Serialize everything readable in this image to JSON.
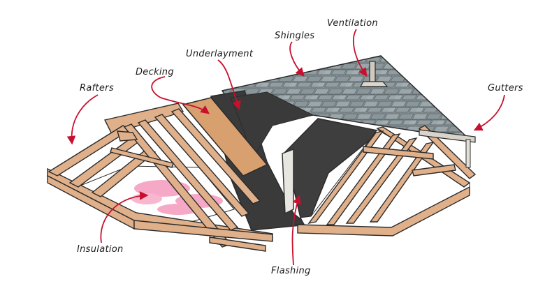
{
  "labels": {
    "rafters": "Rafters",
    "decking": "Decking",
    "underlayment": "Underlayment",
    "shingles": "Shingles",
    "ventilation": "Ventilation",
    "gutters": "Gutters",
    "insulation": "Insulation",
    "flashing": "Flashing"
  },
  "colors": {
    "timber": "#e0b08a",
    "timber_dark": "#c98f63",
    "outline": "#2b2b2b",
    "shingle": "#8e9a9e",
    "shingle_light": "#a7b2b5",
    "underlayment": "#3a3a3a",
    "decking": "#d9a06f",
    "insulation": "#f6a9c6",
    "flashing": "#e8e6e0",
    "pointer": "#c8102e"
  }
}
